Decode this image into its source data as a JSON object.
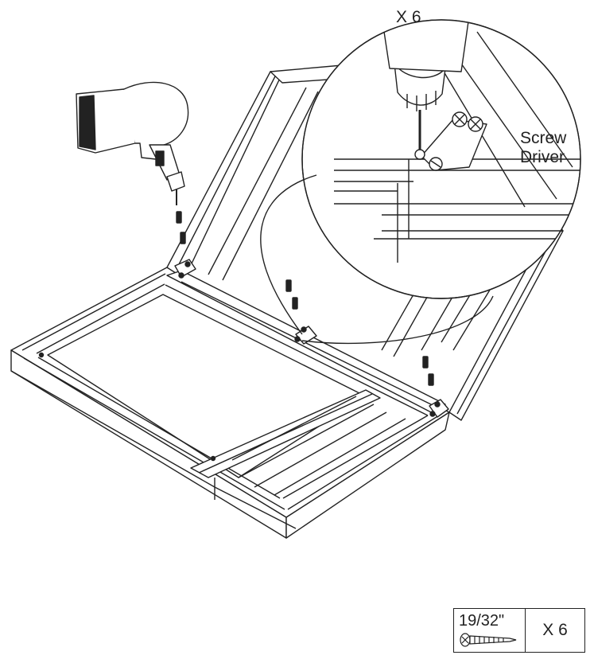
{
  "callout": {
    "quantity": "X 6",
    "tool_label_line1": "Screw",
    "tool_label_line2": "Driver"
  },
  "hardware_box": {
    "size": "19/32\"",
    "quantity": "X 6",
    "part_icon": "screw-icon"
  },
  "icons": {
    "drill": "power-drill-icon",
    "screw": "screw-icon"
  },
  "colors": {
    "line": "#222222",
    "background": "#ffffff"
  }
}
